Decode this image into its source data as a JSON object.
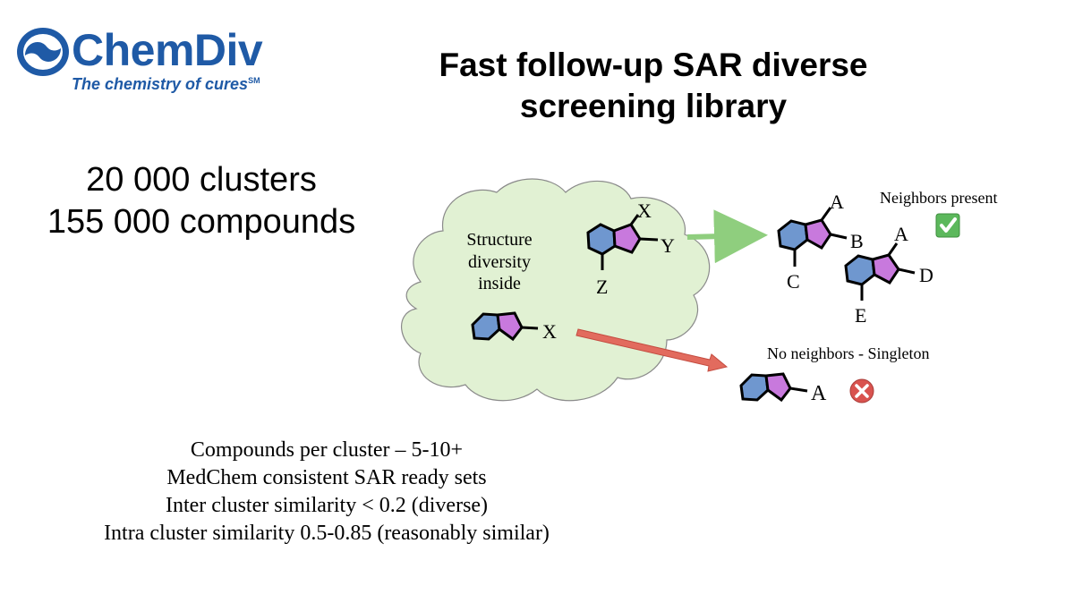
{
  "logo": {
    "wordmark": "ChemDiv",
    "tagline": "The chemistry of cures",
    "service_mark": "SM",
    "brand_color": "#1f5aa6"
  },
  "title": {
    "line1": "Fast follow-up SAR diverse",
    "line2": "screening library"
  },
  "stats": {
    "line1": "20 000 clusters",
    "line2": "155 000 compounds"
  },
  "diagram": {
    "cloud_label": [
      "Structure",
      "diversity",
      "inside"
    ],
    "cluster_molecule": {
      "x": "X",
      "y": "Y",
      "z": "Z"
    },
    "singleton_molecule": {
      "x": "X"
    },
    "neighbors_label": "Neighbors present",
    "neighbor1": {
      "a": "A",
      "b": "B",
      "c": "C"
    },
    "neighbor2": {
      "a": "A",
      "d": "D",
      "e": "E"
    },
    "singleton_label": "No neighbors - Singleton",
    "singleton_sub": "A",
    "colors": {
      "cloud_fill": "#e1f1d3",
      "cloud_stroke": "#8a8a8a",
      "hexagon_fill": "#6f97cf",
      "pentagon_fill": "#c879dd",
      "green_arrow": "#8fce7e",
      "red_arrow": "#e26b5e",
      "check": "#5cb85c",
      "cross": "#d9534f"
    },
    "icons": {
      "present": "checkmark-icon",
      "absent": "cross-icon"
    }
  },
  "bullets": [
    "Compounds per cluster – 5-10+",
    "MedChem consistent SAR ready sets",
    "Inter cluster similarity < 0.2 (diverse)",
    "Intra cluster similarity 0.5-0.85 (reasonably similar)"
  ]
}
